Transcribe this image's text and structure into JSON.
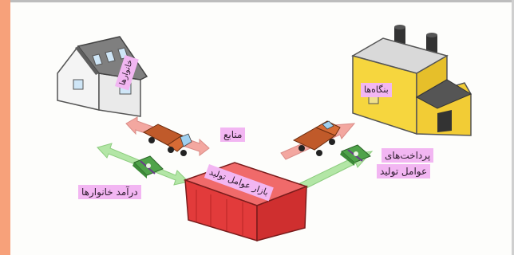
{
  "labels": {
    "households": "خانوارها",
    "firms": "بنگاه‌ها",
    "resources": "منابع",
    "factor_market": "بازار عوامل تولید",
    "household_income": "درآمد خانوارها",
    "factor_payments_line1": "پرداخت‌های",
    "factor_payments_line2": "عوامل تولید"
  },
  "colors": {
    "left_band": "#f7a17a",
    "label_highlight": "#f2b6f2",
    "house_roof": "#7d7d7d",
    "factory_wall": "#f4d23c",
    "market_box": "#e23b3b",
    "arrow_resources": "#f3a7a0",
    "arrow_money": "#a8e09a"
  },
  "icons": {
    "household": "house-icon",
    "firm": "factory-icon",
    "market": "market-box-icon",
    "resources_transport": "truck-icon",
    "money": "money-bundle-icon"
  }
}
